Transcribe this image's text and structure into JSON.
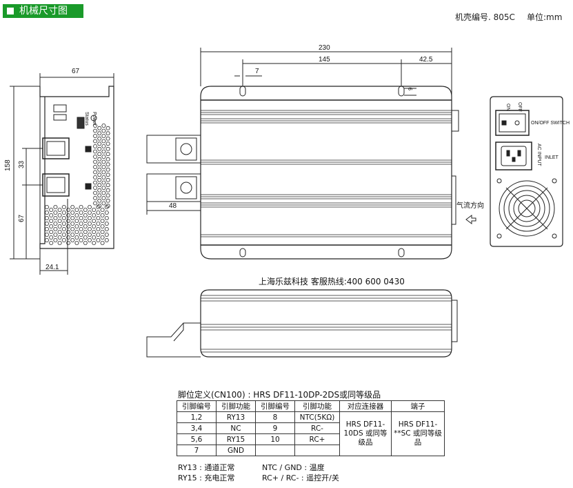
{
  "header": {
    "title": "机械尺寸图"
  },
  "meta": {
    "case_no": "机壳编号. 805C",
    "unit": "单位:mm"
  },
  "front_view": {
    "width": "67",
    "height": "158",
    "dim_33": "33",
    "dim_67": "67",
    "dim_24": "24.1",
    "power_label": "Power",
    "status_label": "Status"
  },
  "top_view": {
    "length": "230",
    "hole_span": "145",
    "hole_offset": "42.5",
    "slot_7": "7",
    "slot_9": "9",
    "cable_48": "48",
    "airflow": "气流方向"
  },
  "rear_view": {
    "switch_label": "ON/OFF SWITCH",
    "inlet_label": "INLET",
    "ac_input": "AC INPUT",
    "on": "ON",
    "off": "OFF"
  },
  "company": "上海乐兹科技 客服热线:400 600 0430",
  "pin_caption": "脚位定义(CN100) : HRS DF11-10DP-2DS或同等级品",
  "pin_table": {
    "headers": [
      "引脚编号",
      "引脚功能",
      "引脚编号",
      "引脚功能",
      "对应连接器",
      "端子"
    ],
    "rows": [
      [
        "1,2",
        "RY13",
        "8",
        "NTC(5KΩ)"
      ],
      [
        "3,4",
        "NC",
        "9",
        "RC-"
      ],
      [
        "5,6",
        "RY15",
        "10",
        "RC+"
      ],
      [
        "7",
        "GND",
        "",
        ""
      ]
    ],
    "connector": "HRS DF11-10DS 或同等级品",
    "terminal": "HRS DF11-**SC 或同等级品"
  },
  "notes": {
    "ry13": "RY13 : 通道正常",
    "ry15": "RY15 : 充电正常",
    "ntc": "NTC / GND : 温度",
    "rc": "RC+ / RC- : 遥控开/关"
  }
}
